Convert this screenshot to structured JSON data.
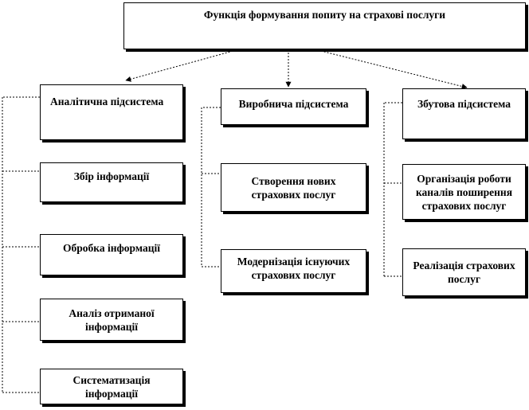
{
  "diagram": {
    "root": "Функція формування попиту на страхові послуги",
    "columns": [
      {
        "header": "Аналітична підсистема",
        "items": [
          "Збір інформації",
          "Обробка інформації",
          "Аналіз отриманої інформації",
          "Систематизація інформації"
        ]
      },
      {
        "header": "Виробнича підсистема",
        "items": [
          "Створення нових страхових послуг",
          "Модернізація існуючих страхових послуг"
        ]
      },
      {
        "header": "Збутова підсистема",
        "items": [
          "Організація роботи каналів поширення страхових послуг",
          "Реалізація страхових послуг"
        ]
      }
    ]
  }
}
